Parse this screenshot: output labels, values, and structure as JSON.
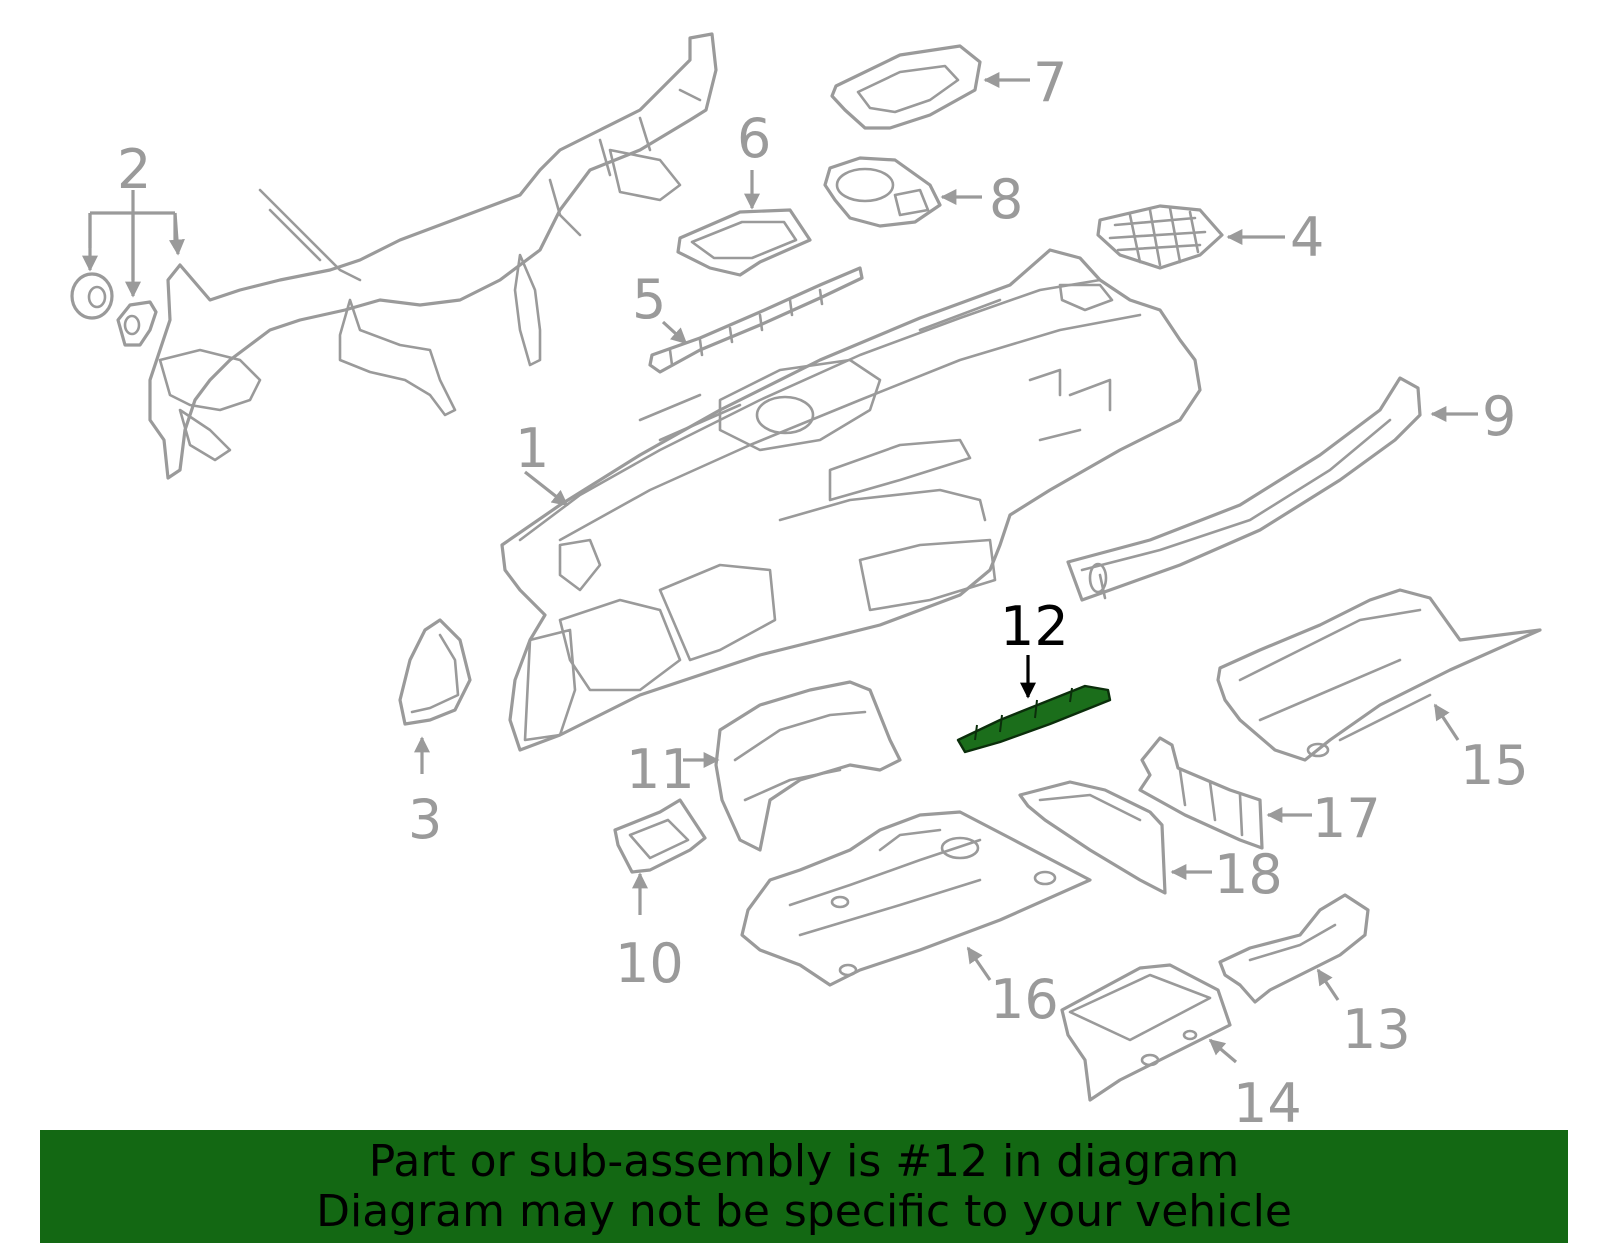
{
  "highlighted_part": "12",
  "callouts": [
    "1",
    "2",
    "3",
    "4",
    "5",
    "6",
    "7",
    "8",
    "9",
    "10",
    "11",
    "12",
    "13",
    "14",
    "15",
    "16",
    "17",
    "18"
  ],
  "banner": {
    "line1": "Part or sub-assembly is #12 in diagram",
    "line2": "Diagram may not be specific to your vehicle"
  },
  "colors": {
    "part_stroke": "#9a9a9a",
    "highlight_fill": "#1b6e1b",
    "highlight_text": "#000000",
    "banner_background": "#136813",
    "banner_text": "#000000"
  }
}
